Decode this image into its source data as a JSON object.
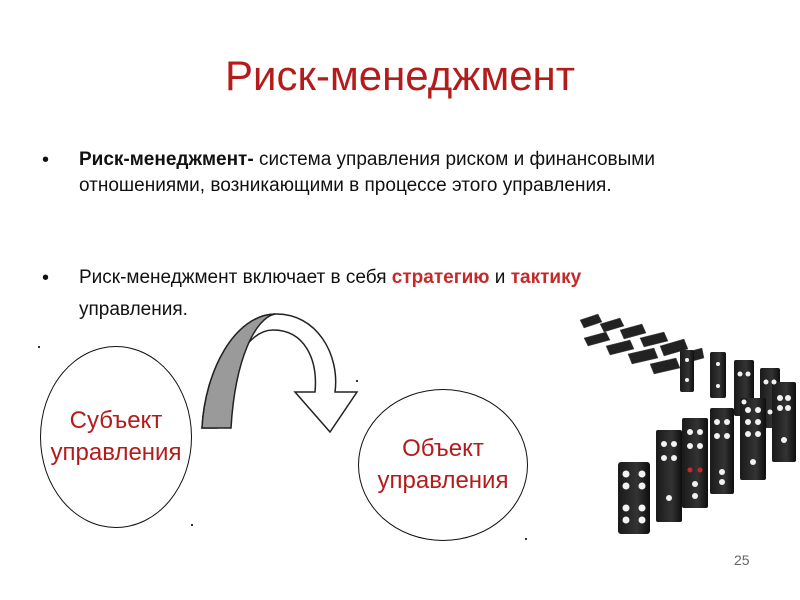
{
  "slide": {
    "title": "Риск-менеджмент",
    "bullet1": {
      "bold": "Риск-менеджмент-",
      "text": " система управления риском и финансовыми отношениями, возникающими в процессе этого управления."
    },
    "bullet2": {
      "prefix": "Риск-менеджмент включает в себя ",
      "strategy": "стратегию",
      "and": " и ",
      "tactics": "тактику",
      "line2": "управления."
    },
    "subject": {
      "line1": "Субъект",
      "line2": "управления"
    },
    "object": {
      "line1": "Объект",
      "line2": "управления"
    },
    "page_number": "25"
  },
  "colors": {
    "title": "#b41c1c",
    "highlight": "#c42a2a",
    "arrow_fill": "#9a9a9a"
  }
}
